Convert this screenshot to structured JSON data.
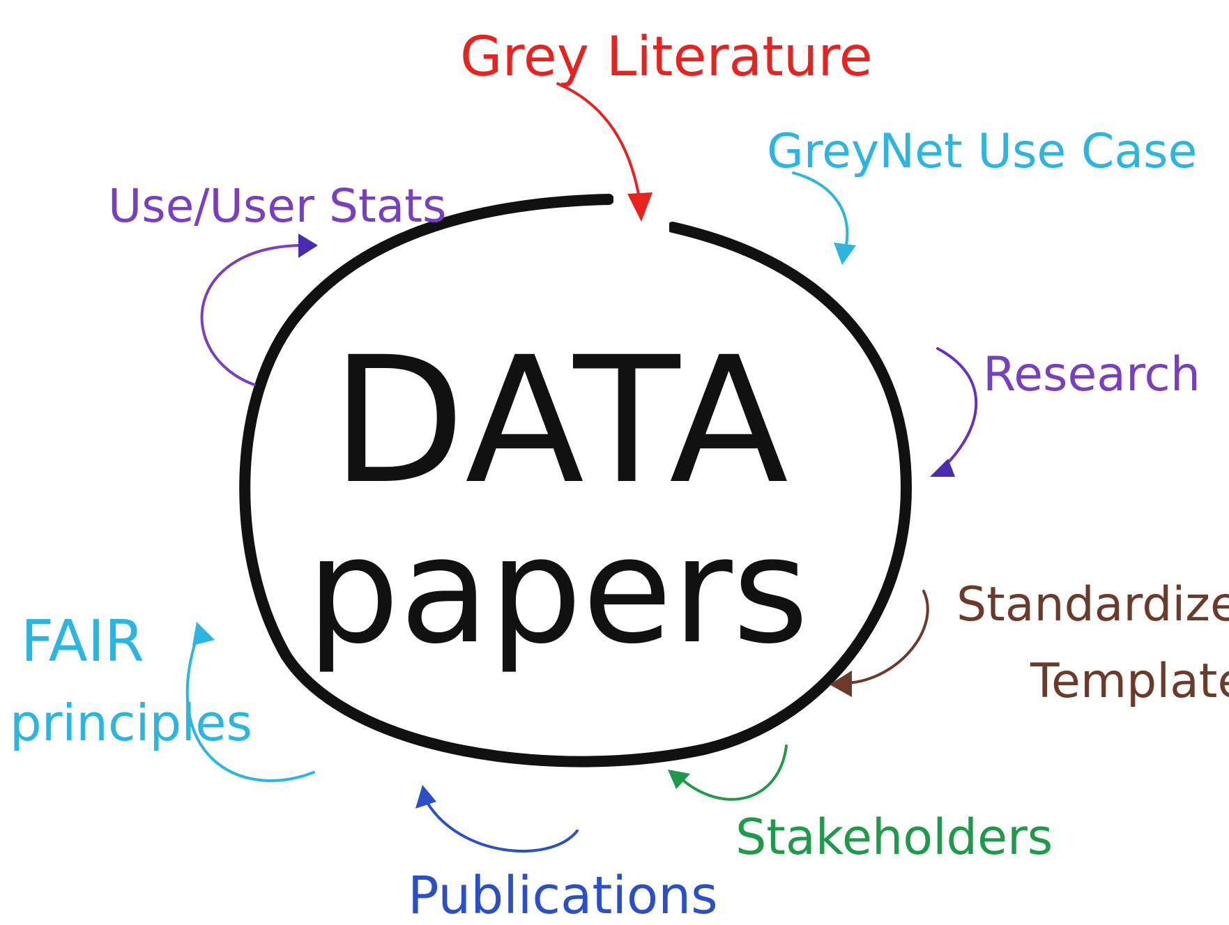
{
  "center": {
    "line1": "DATA",
    "line2": "papers",
    "color": "#111111"
  },
  "labels": {
    "grey_literature": {
      "text": "Grey Literature",
      "color": "#e8231f"
    },
    "greynet_use_case": {
      "text": "GreyNet Use Case",
      "color": "#2bb5e0"
    },
    "use_user_stats": {
      "text": "Use/User Stats",
      "color": "#7a3fc0"
    },
    "research": {
      "text": "Research",
      "color": "#7a3fc0"
    },
    "standardized_template": {
      "line1": "Standardized",
      "line2": "Template",
      "color": "#6b3a2a"
    },
    "fair_principles": {
      "line1": "FAIR",
      "line2": "principles",
      "color": "#2bb5e0"
    },
    "stakeholders": {
      "text": "Stakeholders",
      "color": "#1e9a4a"
    },
    "publications": {
      "text": "Publications",
      "color": "#2a4fc9"
    }
  },
  "arrow_colors": {
    "grey_literature": "#e8231f",
    "greynet_use_case": "#2bb5e0",
    "use_user_stats": "#7a3fc0",
    "research": "#6a2fc0",
    "standardized_template": "#6b3a2a",
    "fair_principles": "#2bb5e0",
    "stakeholders": "#1e9a4a",
    "publications": "#2a4fc9"
  }
}
